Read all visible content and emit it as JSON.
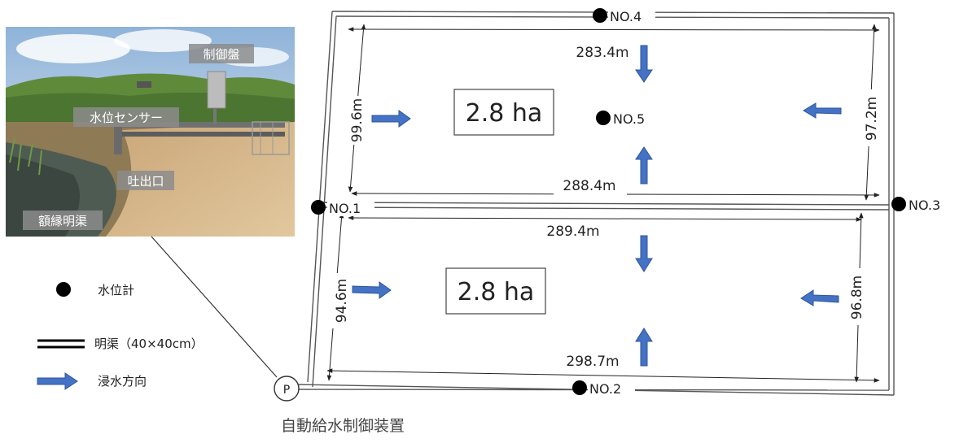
{
  "photo": {
    "labels": {
      "control_panel": "制御盤",
      "water_level_sensor": "水位センサー",
      "outlet": "吐出口",
      "perimeter_drain": "額縁明渠"
    }
  },
  "areas": {
    "north": "2.8 ha",
    "south": "2.8 ha"
  },
  "water_level_gauges": {
    "no1": "NO.1",
    "no2": "NO.2",
    "no3": "NO.3",
    "no4": "NO.4",
    "no5": "NO.5"
  },
  "measurements": {
    "north_top": "283.4m",
    "north_bottom": "288.4m",
    "north_left": "99.6m",
    "north_right": "97.2m",
    "south_top": "289.4m",
    "south_bottom": "298.7m",
    "south_left": "94.6m",
    "south_right": "96.8m"
  },
  "pump": {
    "symbol": "P",
    "caption": "自動給水制御装置"
  },
  "legend": {
    "water_level_gauge": "水位計",
    "open_channel": "明渠（40×40cm）",
    "flood_direction": "浸水方向"
  },
  "colors": {
    "arrow": "#4472C4",
    "arrow_edge": "#2F5597",
    "channel": "#555555",
    "gauge": "#000000"
  }
}
